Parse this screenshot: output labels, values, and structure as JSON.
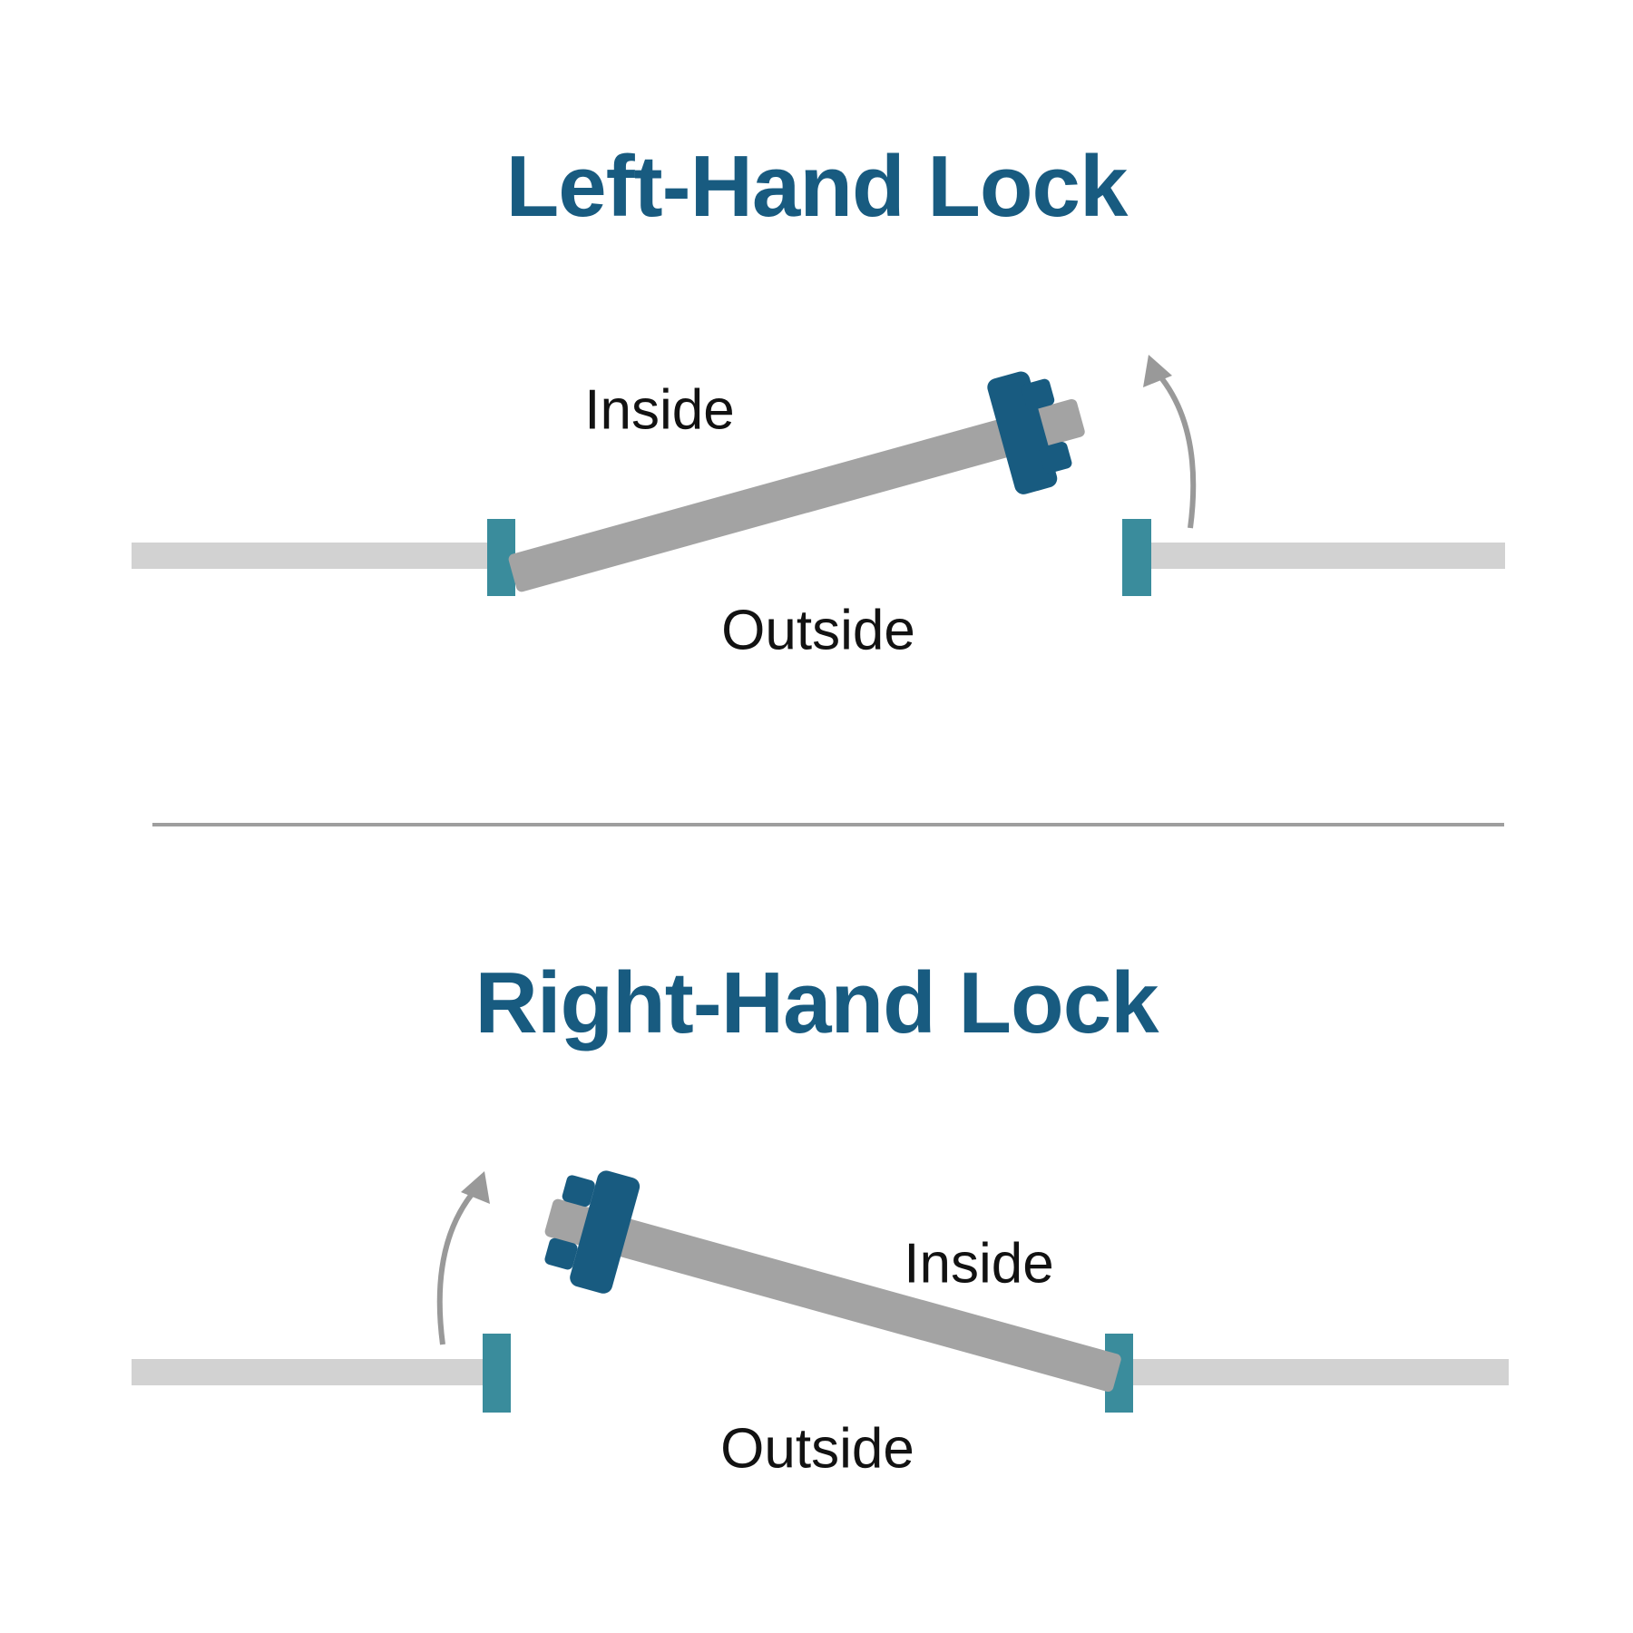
{
  "colors": {
    "bg": "#ffffff",
    "accent": "#185b80",
    "jamb": "#3a8c9c",
    "door": "#a3a3a3",
    "wall": "#d2d2d2",
    "arrow": "#999999",
    "label": "#121212",
    "divider": "#9e9e9e"
  },
  "diagrams": [
    {
      "id": "left-hand-lock",
      "title": "Left-Hand Lock",
      "inside_label": "Inside",
      "outside_label": "Outside",
      "hinge_side": "left",
      "lock_side": "right",
      "swing_direction": "up-toward-inside"
    },
    {
      "id": "right-hand-lock",
      "title": "Right-Hand Lock",
      "inside_label": "Inside",
      "outside_label": "Outside",
      "hinge_side": "right",
      "lock_side": "left",
      "swing_direction": "up-toward-inside"
    }
  ]
}
